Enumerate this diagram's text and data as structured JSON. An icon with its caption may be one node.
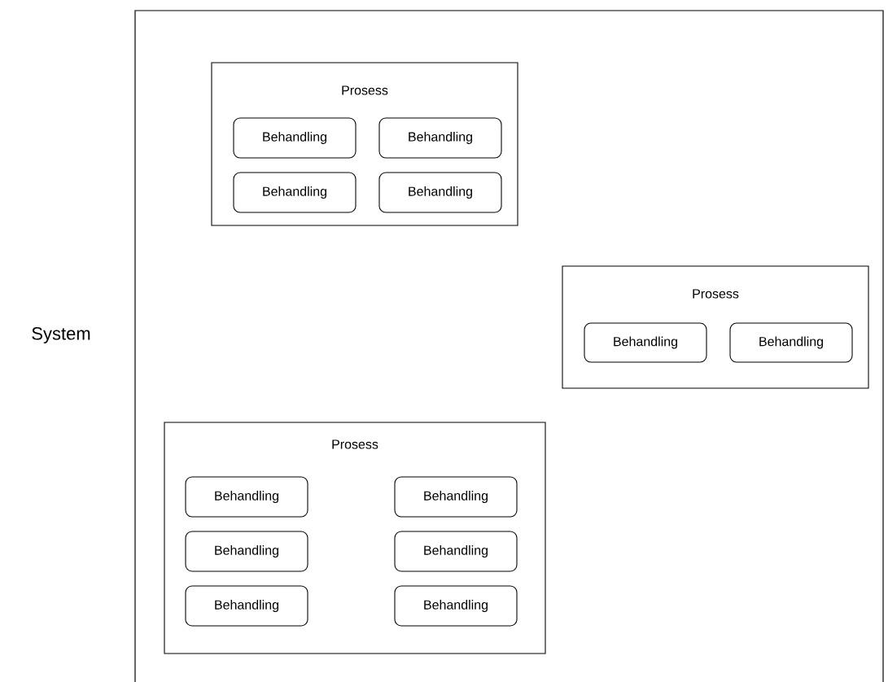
{
  "diagram": {
    "nodes": [
      {
        "text": [
          "System"
        ]
      },
      {
        "text": [
          "Prosess"
        ],
        "in": 0
      },
      {
        "text": [
          "Behandling"
        ],
        "in": 1
      },
      {
        "text": [
          "Behandling"
        ],
        "in": 1
      },
      {
        "text": [
          "Behandling"
        ],
        "in": 1
      },
      {
        "text": [
          "Behandling"
        ],
        "in": 1
      },
      {
        "text": [
          "Prosess"
        ],
        "in": 0
      },
      {
        "text": [
          "Behandling"
        ],
        "in": 6
      },
      {
        "text": [
          "Behandling"
        ],
        "in": 6
      },
      {
        "text": [
          "Prosess"
        ],
        "in": 0
      },
      {
        "text": [
          "Behandling"
        ],
        "in": 9
      },
      {
        "text": [
          "Behandling"
        ],
        "in": 9
      },
      {
        "text": [
          "Behandling"
        ],
        "in": 9
      },
      {
        "text": [
          "Behandling"
        ],
        "in": 9
      },
      {
        "text": [
          "Behandling"
        ],
        "in": 9
      },
      {
        "text": [
          "Behandling"
        ],
        "in": 9
      }
    ]
  }
}
